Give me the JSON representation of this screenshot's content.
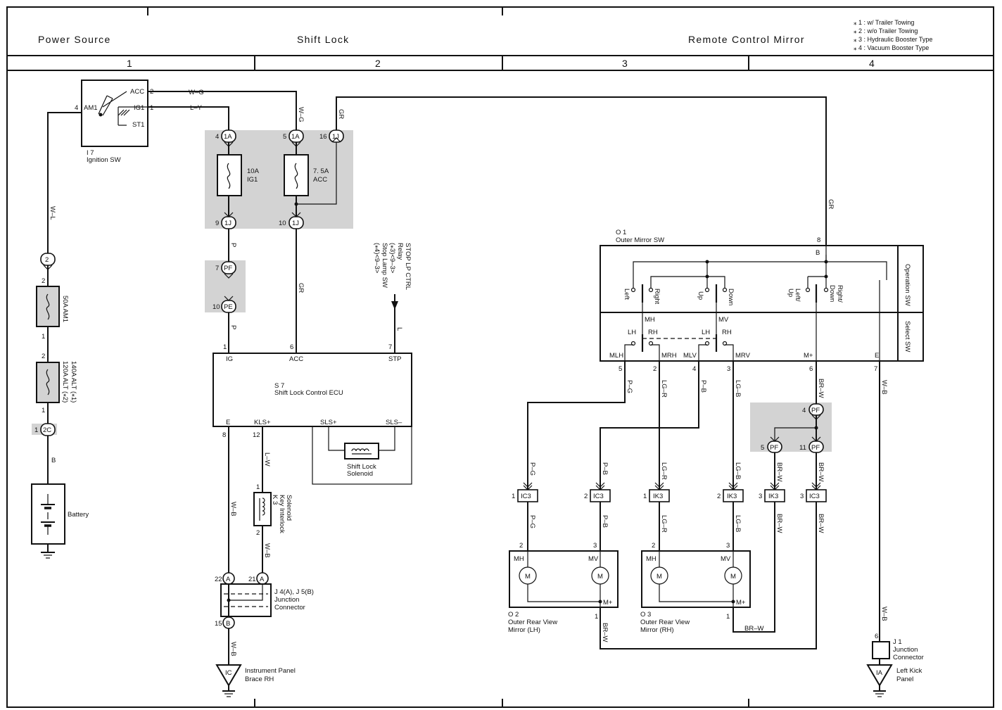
{
  "header": {
    "sections": [
      "Power Source",
      "Shift Lock",
      "Remote Control Mirror"
    ],
    "columns": [
      "1",
      "2",
      "3",
      "4"
    ],
    "notes": [
      "⁎ 1 : w/ Trailer Towing",
      "⁎ 2 : w/o Trailer Towing",
      "⁎ 3 : Hydraulic Booster Type",
      "⁎ 4 : Vacuum Booster Type"
    ]
  },
  "ignition": {
    "code": "I 7",
    "name": "Ignition SW",
    "terms": [
      "ACC",
      "IG1",
      "ST1",
      "AM1"
    ],
    "pins": [
      "2",
      "1",
      "4"
    ]
  },
  "fuses": {
    "ig1": [
      "10A",
      "IG1"
    ],
    "acc": [
      "7. 5A",
      "ACC"
    ],
    "am1": "50A AM1",
    "alt1": "140A ALT (⁎1)",
    "alt2": "120A ALT (⁎2)"
  },
  "connectors": {
    "c1A": "1A",
    "c1J": "1J",
    "cPF": "PF",
    "cPE": "PE",
    "c2": "2",
    "c2C": "2C",
    "cA": "A",
    "cB": "B",
    "cIC": "IC",
    "cIA": "IA",
    "cIC3": "IC3",
    "cIK3": "IK3"
  },
  "pins": {
    "p1": "1",
    "p2": "2",
    "p3": "3",
    "p4": "4",
    "p5": "5",
    "p6": "6",
    "p7": "7",
    "p8": "8",
    "p9": "9",
    "p10": "10",
    "p11": "11",
    "p12": "12",
    "p15": "15",
    "p16": "16",
    "p21": "21",
    "p22": "22"
  },
  "wires": {
    "WG": "W–G",
    "LY": "L–Y",
    "GR": "GR",
    "WL": "W–L",
    "B": "B",
    "P": "P",
    "L": "L",
    "WB": "W–B",
    "LW": "L–W",
    "PG": "P–G",
    "PB": "P–B",
    "LGR": "LG–R",
    "LGB": "LG–B",
    "BRW": "BR–W"
  },
  "battery": "Battery",
  "stop_relay": [
    "STOP LP CTRL",
    "Relay",
    "(⁎3)<9–3>",
    "Stop Lamp SW",
    "(⁎4)<9–3>"
  ],
  "ecu": {
    "code": "S 7",
    "name": "Shift Lock Control ECU",
    "terms": [
      "IG",
      "ACC",
      "STP",
      "E",
      "KLS+",
      "SLS+",
      "SLS–"
    ]
  },
  "solenoid": [
    "Shift Lock",
    "Solenoid"
  ],
  "key_interlock": [
    "K 3",
    "Key Interlock",
    "Solenoid"
  ],
  "junction": [
    "J 4(A), J 5(B)",
    "Junction",
    "Connector"
  ],
  "ground_ic": [
    "Instrument Panel",
    "Brace RH"
  ],
  "mirror_sw": {
    "code": "O 1",
    "name": "Outer Mirror SW",
    "operation": "Operation SW",
    "select": "Select SW",
    "op_labels": [
      "Left",
      "Right",
      "Up",
      "Down",
      "Left/",
      "Up",
      "Right/",
      "Down"
    ],
    "sel_labels": [
      "MH",
      "MV",
      "LH",
      "RH",
      "LH",
      "RH"
    ],
    "terms": [
      "MLH",
      "MRH",
      "MLV",
      "MRV",
      "M+",
      "E",
      "B"
    ]
  },
  "mirror_lh": {
    "code": "O 2",
    "name": [
      "Outer Rear View",
      "Mirror (LH)"
    ],
    "terms": [
      "MH",
      "MV",
      "M+"
    ]
  },
  "mirror_rh": {
    "code": "O 3",
    "name": [
      "Outer Rear View",
      "Mirror (RH)"
    ],
    "terms": [
      "MH",
      "MV",
      "M+"
    ]
  },
  "motor": "M",
  "junction_j1": [
    "J 1",
    "Junction",
    "Connector"
  ],
  "ground_ia": [
    "Left Kick",
    "Panel"
  ]
}
